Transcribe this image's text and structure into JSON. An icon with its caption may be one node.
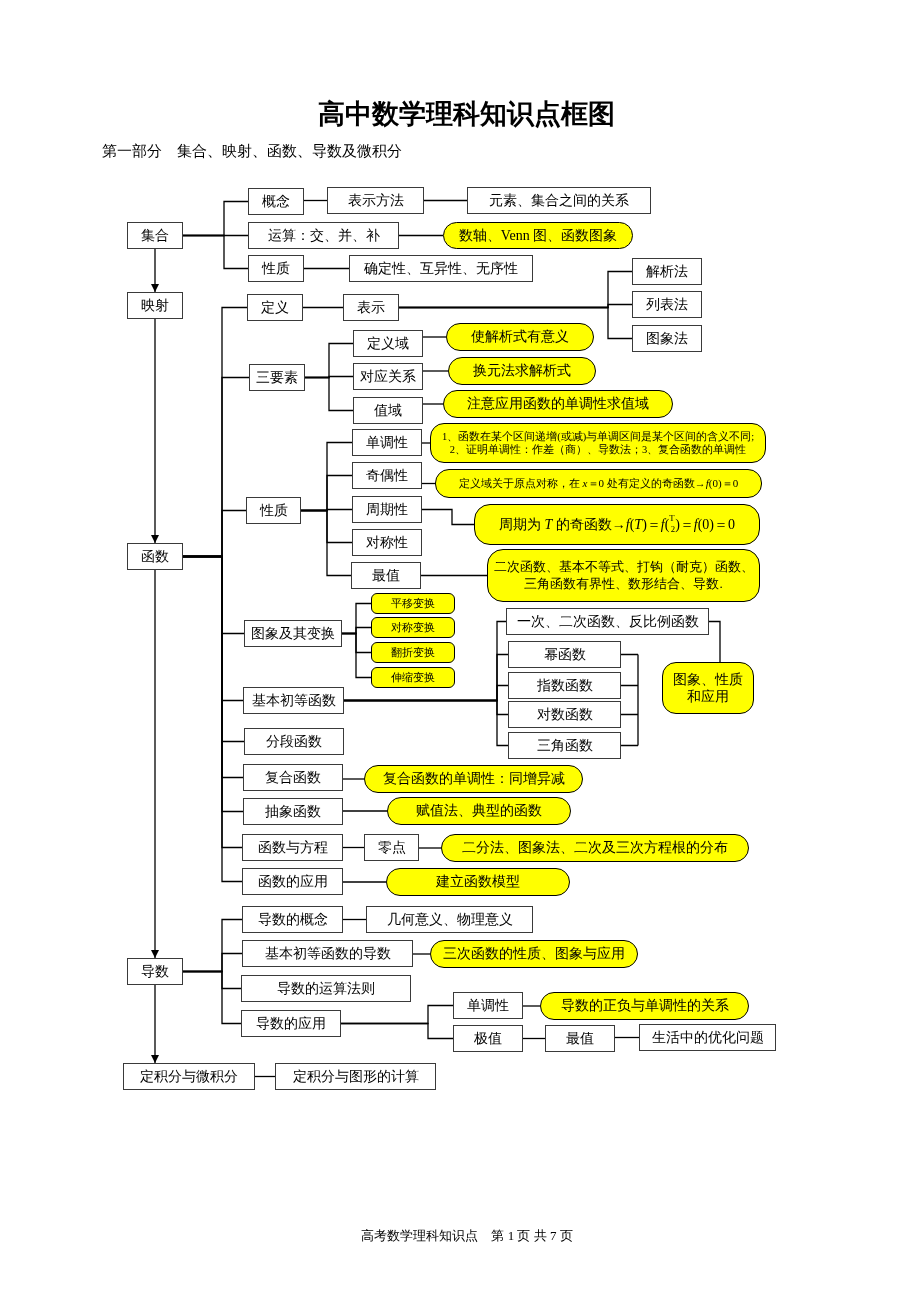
{
  "diagram": {
    "title": "高中数学理科知识点框图",
    "nodes": [
      {
        "text": [
          "集合"
        ]
      },
      {
        "text": [
          "映射"
        ]
      },
      {
        "text": [
          "函数"
        ]
      },
      {
        "text": [
          "导数"
        ]
      },
      {
        "text": [
          "定积分与微积分"
        ]
      },
      {
        "text": [
          "概念"
        ]
      },
      {
        "text": [
          "表示方法"
        ]
      },
      {
        "text": [
          "元素、集合之间的关系"
        ]
      },
      {
        "text": [
          "运算：交、并、补"
        ]
      },
      {
        "text": [
          "数轴、Venn 图、函数图象"
        ]
      },
      {
        "text": [
          "性质"
        ]
      },
      {
        "text": [
          "确定性、互异性、无序性"
        ]
      },
      {
        "text": [
          "定义"
        ]
      },
      {
        "text": [
          "表示"
        ]
      },
      {
        "text": [
          "解析法"
        ]
      },
      {
        "text": [
          "列表法"
        ]
      },
      {
        "text": [
          "图象法"
        ]
      },
      {
        "text": [
          "三要素"
        ]
      },
      {
        "text": [
          "定义域"
        ]
      },
      {
        "text": [
          "使解析式有意义"
        ]
      },
      {
        "text": [
          "对应关系"
        ]
      },
      {
        "text": [
          "换元法求解析式"
        ]
      },
      {
        "text": [
          "值域"
        ]
      },
      {
        "text": [
          "注意应用函数的单调性求值域"
        ]
      },
      {
        "text": [
          "性质"
        ]
      },
      {
        "text": [
          "单调性"
        ]
      },
      {
        "text": [
          "1、函数在某个区间递增(或减)与单调区间是某个区间的含义不同;",
          "2、证明单调性：作差（商）、导数法；3、复合函数的单调性"
        ]
      },
      {
        "text": [
          "奇偶性"
        ]
      },
      {
        "text": [
          "定义域关于原点对称，在 *x*＝0 处有定义的奇函数→*f*(0)＝0"
        ]
      },
      {
        "text": [
          "周期性"
        ]
      },
      {
        "text": [
          "周期为 *T* 的奇函数→*f*(*T*)＝*f*($^{T}$$_{2}$)＝*f*(0)＝0"
        ]
      },
      {
        "text": [
          "对称性"
        ]
      },
      {
        "text": [
          "最值"
        ]
      },
      {
        "text": [
          "二次函数、基本不等式、打钩（耐克）函数、三角函数有界性、数形结合、导数."
        ]
      },
      {
        "text": [
          "图象及其变换"
        ]
      },
      {
        "text": [
          "平移变换"
        ]
      },
      {
        "text": [
          "对称变换"
        ]
      },
      {
        "text": [
          "翻折变换"
        ]
      },
      {
        "text": [
          "伸缩变换"
        ]
      },
      {
        "text": [
          "基本初等函数"
        ]
      },
      {
        "text": [
          "一次、二次函数、反比例函数"
        ]
      },
      {
        "text": [
          "幂函数"
        ]
      },
      {
        "text": [
          "指数函数"
        ]
      },
      {
        "text": [
          "对数函数"
        ]
      },
      {
        "text": [
          "三角函数"
        ]
      },
      {
        "text": [
          "图象、性质和应用"
        ]
      },
      {
        "text": [
          "分段函数"
        ]
      },
      {
        "text": [
          "复合函数"
        ]
      },
      {
        "text": [
          "复合函数的单调性：同增异减"
        ]
      },
      {
        "text": [
          "抽象函数"
        ]
      },
      {
        "text": [
          "赋值法、典型的函数"
        ]
      },
      {
        "text": [
          "函数与方程"
        ]
      },
      {
        "text": [
          "零点"
        ]
      },
      {
        "text": [
          "二分法、图象法、二次及三次方程根的分布"
        ]
      },
      {
        "text": [
          "函数的应用"
        ]
      },
      {
        "text": [
          "建立函数模型"
        ]
      },
      {
        "text": [
          "导数的概念"
        ]
      },
      {
        "text": [
          "几何意义、物理意义"
        ]
      },
      {
        "text": [
          "基本初等函数的导数"
        ]
      },
      {
        "text": [
          "三次函数的性质、图象与应用"
        ]
      },
      {
        "text": [
          "导数的运算法则"
        ]
      },
      {
        "text": [
          "导数的应用"
        ]
      },
      {
        "text": [
          "单调性"
        ]
      },
      {
        "text": [
          "导数的正负与单调性的关系"
        ]
      },
      {
        "text": [
          "极值"
        ]
      },
      {
        "text": [
          "最值"
        ]
      },
      {
        "text": [
          "生活中的优化问题"
        ]
      },
      {
        "text": [
          "定积分与图形的计算"
        ]
      }
    ],
    "edges": [
      {
        "from": 0,
        "to": 1,
        "arrow": "to"
      },
      {
        "from": 1,
        "to": 2,
        "arrow": "to"
      },
      {
        "from": 2,
        "to": 3,
        "arrow": "to"
      },
      {
        "from": 3,
        "to": 4,
        "arrow": "to"
      },
      {
        "from": 0,
        "to": 5,
        "arrow": "none"
      },
      {
        "from": 0,
        "to": 8,
        "arrow": "none"
      },
      {
        "from": 0,
        "to": 10,
        "arrow": "none"
      },
      {
        "from": 5,
        "to": 6,
        "arrow": "none"
      },
      {
        "from": 6,
        "to": 7,
        "arrow": "none"
      },
      {
        "from": 8,
        "to": 9,
        "arrow": "none"
      },
      {
        "from": 10,
        "to": 11,
        "arrow": "none"
      },
      {
        "from": 2,
        "to": 12,
        "arrow": "none"
      },
      {
        "from": 2,
        "to": 17,
        "arrow": "none"
      },
      {
        "from": 2,
        "to": 24,
        "arrow": "none"
      },
      {
        "from": 2,
        "to": 34,
        "arrow": "none"
      },
      {
        "from": 2,
        "to": 39,
        "arrow": "none"
      },
      {
        "from": 2,
        "to": 46,
        "arrow": "none"
      },
      {
        "from": 2,
        "to": 47,
        "arrow": "none"
      },
      {
        "from": 2,
        "to": 49,
        "arrow": "none"
      },
      {
        "from": 2,
        "to": 51,
        "arrow": "none"
      },
      {
        "from": 2,
        "to": 54,
        "arrow": "none"
      },
      {
        "from": 12,
        "to": 13,
        "arrow": "none"
      },
      {
        "from": 13,
        "to": 14,
        "arrow": "none"
      },
      {
        "from": 13,
        "to": 15,
        "arrow": "none"
      },
      {
        "from": 13,
        "to": 16,
        "arrow": "none"
      },
      {
        "from": 17,
        "to": 18,
        "arrow": "none"
      },
      {
        "from": 17,
        "to": 20,
        "arrow": "none"
      },
      {
        "from": 17,
        "to": 22,
        "arrow": "none"
      },
      {
        "from": 18,
        "to": 19,
        "arrow": "none"
      },
      {
        "from": 20,
        "to": 21,
        "arrow": "none"
      },
      {
        "from": 22,
        "to": 23,
        "arrow": "none"
      },
      {
        "from": 24,
        "to": 25,
        "arrow": "none"
      },
      {
        "from": 24,
        "to": 27,
        "arrow": "none"
      },
      {
        "from": 24,
        "to": 29,
        "arrow": "none"
      },
      {
        "from": 24,
        "to": 31,
        "arrow": "none"
      },
      {
        "from": 24,
        "to": 32,
        "arrow": "none"
      },
      {
        "from": 25,
        "to": 26,
        "arrow": "none"
      },
      {
        "from": 27,
        "to": 28,
        "arrow": "none"
      },
      {
        "from": 29,
        "to": 30,
        "arrow": "none"
      },
      {
        "from": 32,
        "to": 33,
        "arrow": "none"
      },
      {
        "from": 34,
        "to": 35,
        "arrow": "none"
      },
      {
        "from": 34,
        "to": 36,
        "arrow": "none"
      },
      {
        "from": 34,
        "to": 37,
        "arrow": "none"
      },
      {
        "from": 34,
        "to": 38,
        "arrow": "none"
      },
      {
        "from": 39,
        "to": 40,
        "arrow": "none"
      },
      {
        "from": 39,
        "to": 41,
        "arrow": "none"
      },
      {
        "from": 39,
        "to": 42,
        "arrow": "none"
      },
      {
        "from": 39,
        "to": 43,
        "arrow": "none"
      },
      {
        "from": 39,
        "to": 44,
        "arrow": "none"
      },
      {
        "from": 40,
        "to": 45,
        "arrow": "none"
      },
      {
        "from": 47,
        "to": 48,
        "arrow": "none"
      },
      {
        "from": 49,
        "to": 50,
        "arrow": "none"
      },
      {
        "from": 51,
        "to": 52,
        "arrow": "none"
      },
      {
        "from": 52,
        "to": 53,
        "arrow": "none"
      },
      {
        "from": 54,
        "to": 55,
        "arrow": "none"
      },
      {
        "from": 3,
        "to": 56,
        "arrow": "none"
      },
      {
        "from": 3,
        "to": 58,
        "arrow": "none"
      },
      {
        "from": 3,
        "to": 60,
        "arrow": "none"
      },
      {
        "from": 3,
        "to": 61,
        "arrow": "none"
      },
      {
        "from": 56,
        "to": 57,
        "arrow": "none"
      },
      {
        "from": 58,
        "to": 59,
        "arrow": "none"
      },
      {
        "from": 61,
        "to": 62,
        "arrow": "none"
      },
      {
        "from": 61,
        "to": 64,
        "arrow": "none"
      },
      {
        "from": 62,
        "to": 63,
        "arrow": "none"
      },
      {
        "from": 64,
        "to": 65,
        "arrow": "none"
      },
      {
        "from": 65,
        "to": 66,
        "arrow": "none"
      },
      {
        "from": 4,
        "to": 67,
        "arrow": "none"
      }
    ],
    "labels": [
      "第一部分　集合、映射、函数、导数及微积分",
      "高考数学理科知识点　第 1 页 共 7 页"
    ]
  }
}
